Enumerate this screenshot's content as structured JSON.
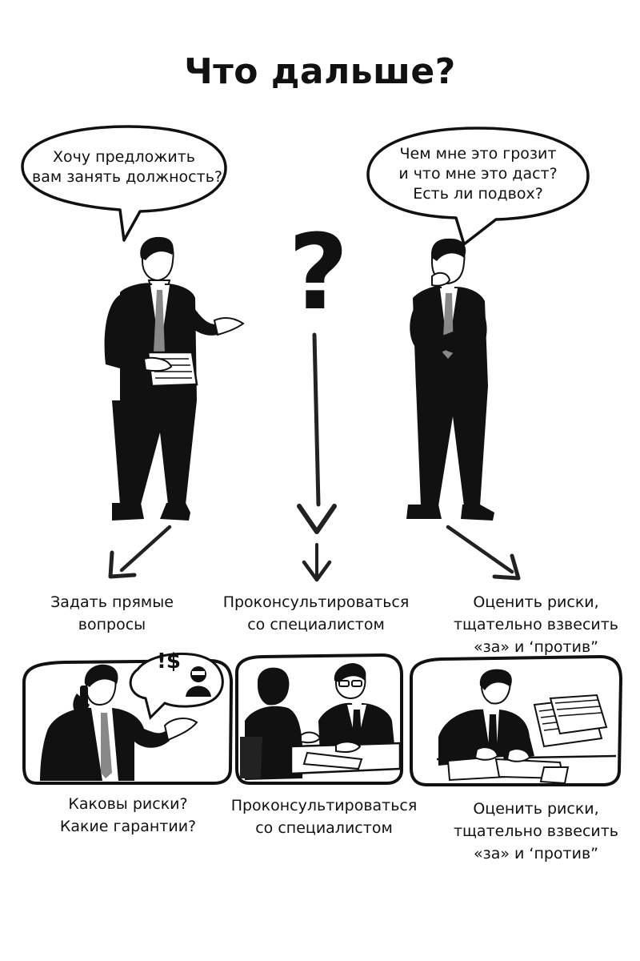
{
  "title": "Что дальше?",
  "bubbles": {
    "left": [
      "Хочу предложить",
      "вам занять должность?"
    ],
    "right": [
      "Чем мне это грозит",
      "и что мне это даст?",
      "Есть ли подвох?"
    ]
  },
  "center_symbol": "?",
  "options": {
    "left": [
      "Задать прямые",
      "вопросы"
    ],
    "center": [
      "Проконсультироваться",
      "со специалистом"
    ],
    "right": [
      "Оценить риски,",
      "тщательно взвесить",
      "«за» и ‘против”"
    ]
  },
  "panels": {
    "left_bubble_glyphs": "!$",
    "left_caption": [
      "Каковы риски?",
      "Какие гарантии?"
    ],
    "center_caption": [
      "Проконсультироваться",
      "со специалистом"
    ],
    "right_caption": [
      "Оценить риски,",
      "тщательно взвесить",
      "«за» и ‘против”"
    ]
  },
  "colors": {
    "ink": "#111111",
    "tie": "#888888",
    "paper": "#ffffff"
  }
}
